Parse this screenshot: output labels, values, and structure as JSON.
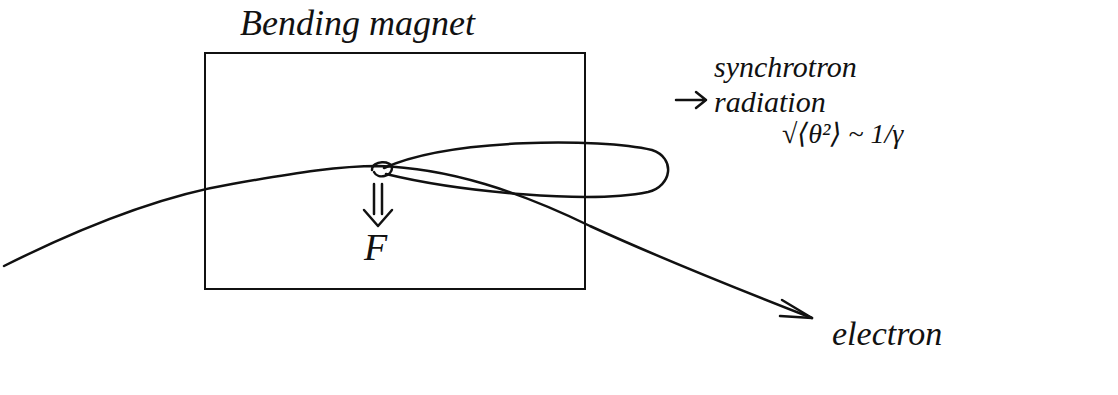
{
  "diagram": {
    "nodes": [
      {
        "text": [
          "Bending magnet"
        ]
      }
    ],
    "labels": [
      "F",
      "synchrotron radiation",
      "√⟨θ²⟩ ~ 1/γ",
      "electron"
    ]
  }
}
